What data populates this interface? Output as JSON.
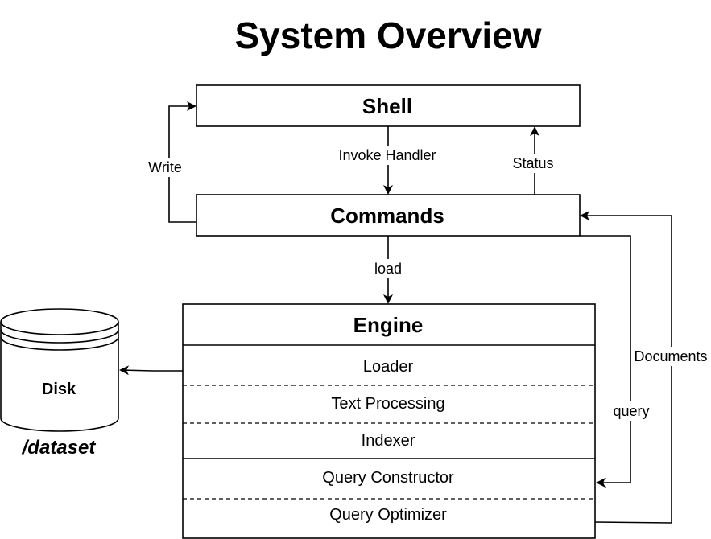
{
  "title": "System Overview",
  "nodes": {
    "shell": {
      "label": "Shell"
    },
    "commands": {
      "label": "Commands"
    },
    "engine": {
      "label": "Engine",
      "components": [
        "Loader",
        "Text Processing",
        "Indexer",
        "Query Constructor",
        "Query Optimizer"
      ]
    },
    "disk": {
      "label": "Disk",
      "caption": "/dataset"
    }
  },
  "edges": {
    "invoke_handler": "Invoke Handler",
    "status": "Status",
    "write": "Write",
    "load": "load",
    "query": "query",
    "documents": "Documents"
  }
}
